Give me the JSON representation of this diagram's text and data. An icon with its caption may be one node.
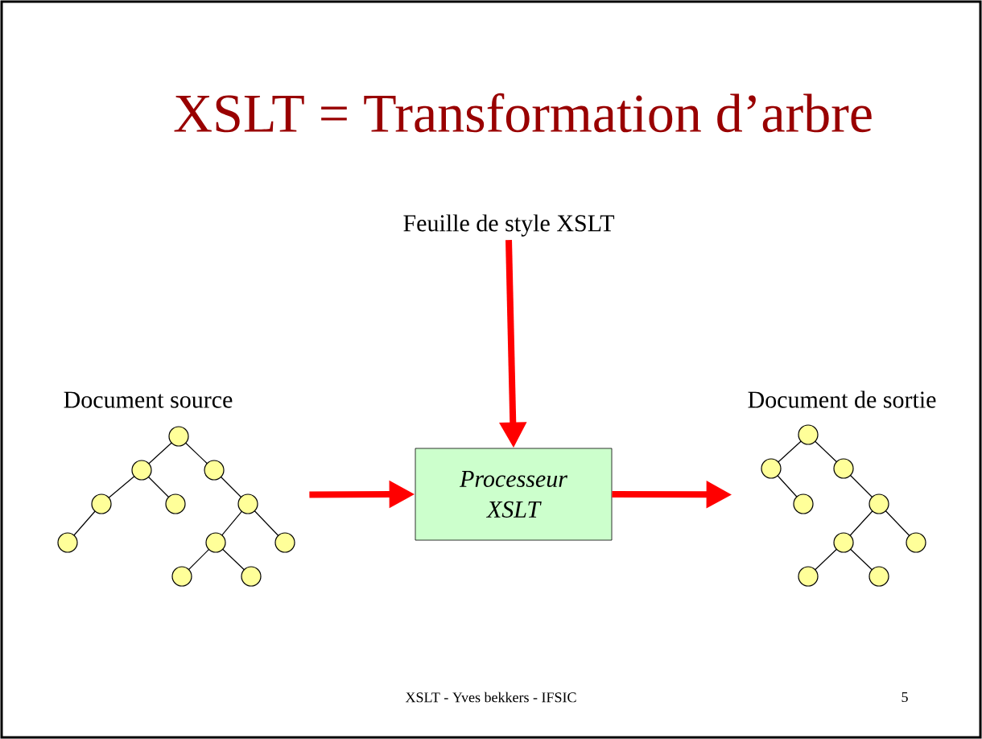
{
  "diagram": {
    "title": "XSLT  = Transformation d’arbre",
    "nodes": [
      {
        "text": [
          "Feuille de style XSLT"
        ]
      },
      {
        "text": [
          "Document source"
        ]
      },
      {
        "text": [
          "Processeur XSLT"
        ]
      },
      {
        "text": [
          "Document de sortie"
        ]
      }
    ],
    "edges": [
      {
        "from": 0,
        "to": 2,
        "arrow": "to"
      },
      {
        "from": 1,
        "to": 2,
        "arrow": "to"
      },
      {
        "from": 2,
        "to": 3,
        "arrow": "to"
      }
    ],
    "labels": [
      "XSLT - Yves bekkers - IFSIC",
      "5"
    ]
  }
}
